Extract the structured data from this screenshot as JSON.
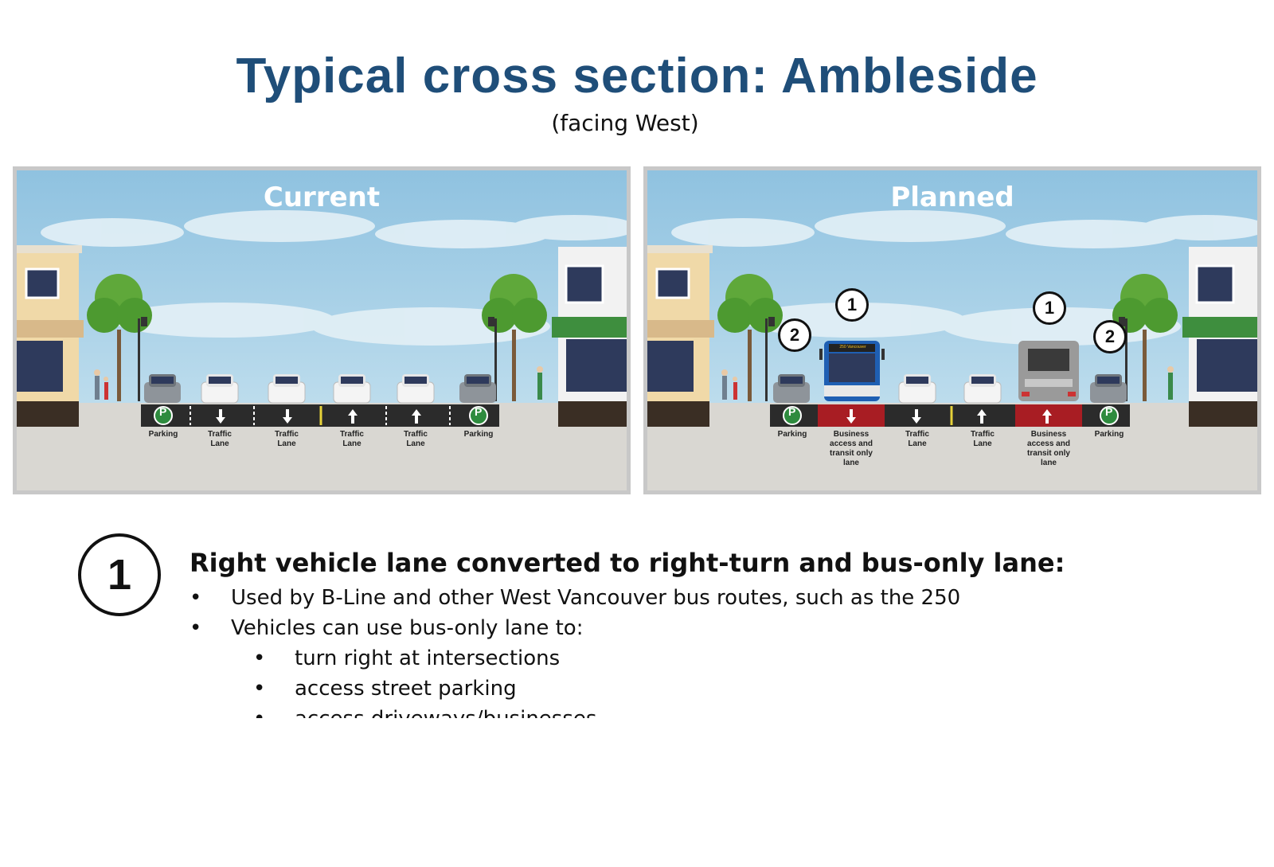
{
  "title": "Typical cross section: Ambleside",
  "subtitle": "(facing West)",
  "panels": {
    "current": {
      "label": "Current",
      "lanes": [
        "Parking",
        "Traffic Lane",
        "Traffic Lane",
        "Traffic Lane",
        "Traffic Lane",
        "Parking"
      ]
    },
    "planned": {
      "label": "Planned",
      "lanes": [
        "Parking",
        "Business access and transit only lane",
        "Traffic Lane",
        "Traffic Lane",
        "Business access and transit only lane",
        "Parking"
      ],
      "callouts": [
        "1",
        "1",
        "2",
        "2"
      ],
      "bus_sign": "250 Vancouver"
    }
  },
  "parking_glyph": "P",
  "legend": {
    "number": "1",
    "heading": "Right vehicle lane converted to right-turn and bus-only lane:",
    "bullets": [
      "Used by B-Line and other West Vancouver bus routes, such as the 250",
      "Vehicles can use bus-only lane to:"
    ],
    "sub_bullets": [
      "turn right at intersections",
      "access street parking",
      "access driveways/businesses"
    ]
  },
  "colors": {
    "title": "#1f4e79",
    "bus_lane": "#a81d23",
    "road": "#2b2b2b",
    "parking_badge": "#2e8b3e",
    "sky": "#a9d0e6",
    "ground": "#d9d7d2"
  }
}
